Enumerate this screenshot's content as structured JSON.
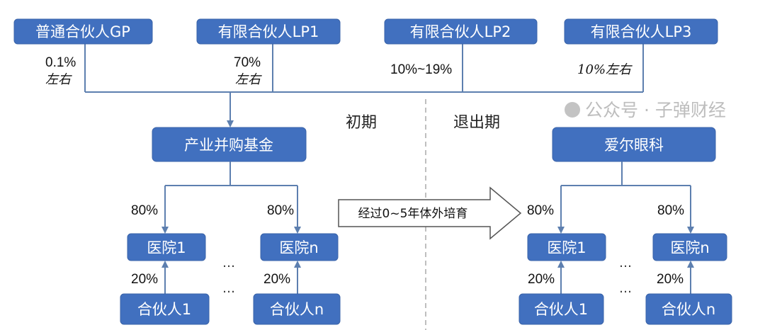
{
  "top_partners": [
    {
      "label": "普通合伙人GP",
      "share": "0.1%",
      "approx": "左右"
    },
    {
      "label": "有限合伙人LP1",
      "share": "70%",
      "approx": "左右"
    },
    {
      "label": "有限合伙人LP2",
      "share": "10%~19%"
    },
    {
      "label": "有限合伙人LP3",
      "share": "10%左右"
    }
  ],
  "phases": {
    "initial": "初期",
    "exit": "退出期"
  },
  "left": {
    "fund": "产业并购基金",
    "hospitals": [
      "医院1",
      "医院n"
    ],
    "partners": [
      "合伙人1",
      "合伙人n"
    ],
    "fund_share": "80%",
    "partner_share": "20%",
    "ellipsis": "…"
  },
  "transition": "经过0~5年体外培育",
  "right": {
    "company": "爱尔眼科",
    "hospitals": [
      "医院1",
      "医院n"
    ],
    "partners": [
      "合伙人1",
      "合伙人n"
    ],
    "company_share": "80%",
    "partner_share": "20%",
    "ellipsis": "…"
  },
  "watermark": "公众号 · 子弹财经",
  "colors": {
    "box": "#4170bf",
    "line": "#5d7faf"
  }
}
